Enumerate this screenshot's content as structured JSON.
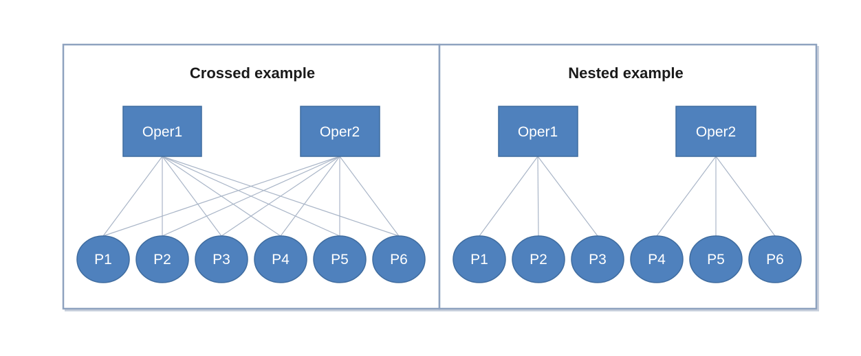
{
  "panels": [
    {
      "id": "crossed",
      "title": "Crossed example",
      "operators": [
        "Oper1",
        "Oper2"
      ],
      "parts": [
        "P1",
        "P2",
        "P3",
        "P4",
        "P5",
        "P6"
      ],
      "edges": [
        [
          "Oper1",
          "P1"
        ],
        [
          "Oper1",
          "P2"
        ],
        [
          "Oper1",
          "P3"
        ],
        [
          "Oper1",
          "P4"
        ],
        [
          "Oper1",
          "P5"
        ],
        [
          "Oper1",
          "P6"
        ],
        [
          "Oper2",
          "P1"
        ],
        [
          "Oper2",
          "P2"
        ],
        [
          "Oper2",
          "P3"
        ],
        [
          "Oper2",
          "P4"
        ],
        [
          "Oper2",
          "P5"
        ],
        [
          "Oper2",
          "P6"
        ]
      ]
    },
    {
      "id": "nested",
      "title": "Nested example",
      "operators": [
        "Oper1",
        "Oper2"
      ],
      "parts": [
        "P1",
        "P2",
        "P3",
        "P4",
        "P5",
        "P6"
      ],
      "edges": [
        [
          "Oper1",
          "P1"
        ],
        [
          "Oper1",
          "P2"
        ],
        [
          "Oper1",
          "P3"
        ],
        [
          "Oper2",
          "P4"
        ],
        [
          "Oper2",
          "P5"
        ],
        [
          "Oper2",
          "P6"
        ]
      ]
    }
  ],
  "colors": {
    "node_fill": "#4f81bd",
    "node_stroke": "#3f6c9f",
    "edge": "#a9b5c7",
    "panel_border": "#8ea2bf",
    "title": "#1a1a1a",
    "node_text": "#ffffff"
  }
}
